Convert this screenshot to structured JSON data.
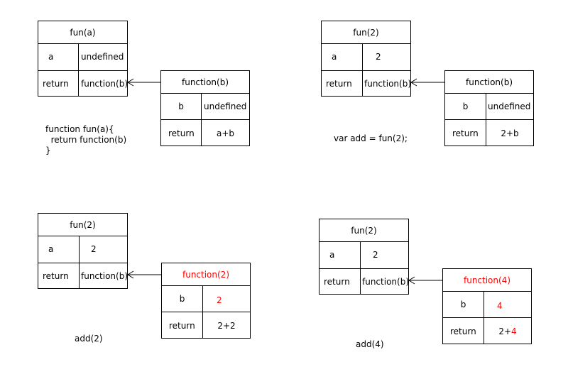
{
  "panels": [
    {
      "outer": {
        "title": "fun(a)",
        "a_label": "a",
        "a_value": "undefined",
        "ret_label": "return",
        "ret_value": "function(b)"
      },
      "inner": {
        "title": "function(b)",
        "b_label": "b",
        "b_value": "undefined",
        "ret_label": "return",
        "ret_prefix": "a+b",
        "ret_suffix": ""
      },
      "caption": "function fun(a){\n  return function(b)\n}"
    },
    {
      "outer": {
        "title": "fun(2)",
        "a_label": "a",
        "a_value": "2",
        "ret_label": "return",
        "ret_value": "function(b)"
      },
      "inner": {
        "title": "function(b)",
        "b_label": "b",
        "b_value": "undefined",
        "ret_label": "return",
        "ret_prefix": "2+b",
        "ret_suffix": ""
      },
      "caption": "var add = fun(2);"
    },
    {
      "outer": {
        "title": "fun(2)",
        "a_label": "a",
        "a_value": "2",
        "ret_label": "return",
        "ret_value": "function(b)"
      },
      "inner": {
        "title": "function(2)",
        "b_label": "b",
        "b_value": "2",
        "ret_label": "return",
        "ret_prefix": "2+2",
        "ret_suffix": ""
      },
      "caption": "add(2)"
    },
    {
      "outer": {
        "title": "fun(2)",
        "a_label": "a",
        "a_value": "2",
        "ret_label": "return",
        "ret_value": "function(b)"
      },
      "inner": {
        "title": "function(4)",
        "b_label": "b",
        "b_value": "4",
        "ret_label": "return",
        "ret_prefix": "2+",
        "ret_suffix": "4"
      },
      "caption": "add(4)"
    }
  ],
  "colors": {
    "line": "#000000",
    "highlight": "#ff0000"
  }
}
